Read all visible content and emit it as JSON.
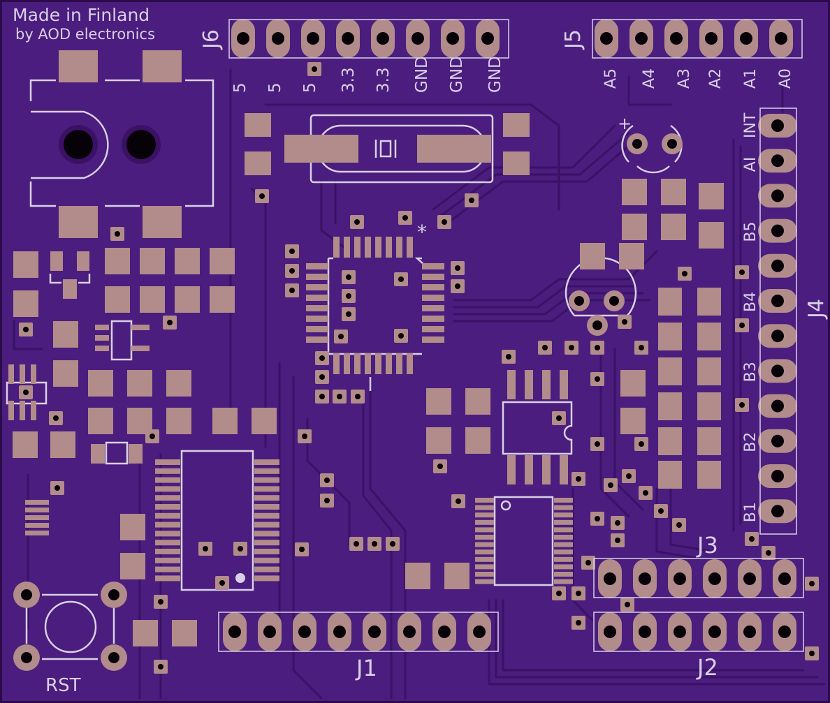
{
  "colors": {
    "board": "#4a1d7e",
    "board_edge": "#2c0b4a",
    "trace": "#3b1166",
    "pad": "#b28c8a",
    "pad_dark": "#a07e7c",
    "hole": "#070207",
    "silk": "#d9d0e6"
  },
  "silkscreen": {
    "made_in": "Made in Finland",
    "by": "by AOD electronics",
    "j1": "J1",
    "j2": "J2",
    "j3": "J3",
    "j4": "J4",
    "j5": "J5",
    "j6": "J6",
    "rst": "RST",
    "polarity_plus": "+",
    "pin1_star": "*"
  },
  "j6_labels": [
    "5",
    "5",
    "5",
    "3.3",
    "3.3",
    "GND",
    "GND",
    "GND"
  ],
  "j5_labels": [
    "A5",
    "A4",
    "A3",
    "A2",
    "A1",
    "A0"
  ],
  "j4_labels": [
    {
      "text": "INT",
      "pin": 0
    },
    {
      "text": "AI",
      "pin": 1
    },
    {
      "text": "B5",
      "pin": 3
    },
    {
      "text": "B4",
      "pin": 5
    },
    {
      "text": "B3",
      "pin": 7
    },
    {
      "text": "B2",
      "pin": 9
    },
    {
      "text": "B1",
      "pin": 11
    }
  ],
  "icons": {
    "mounting_holes": "mounting-hole-icon",
    "crystal": "crystal-symbol-icon",
    "reset_button": "tactile-switch-icon"
  }
}
